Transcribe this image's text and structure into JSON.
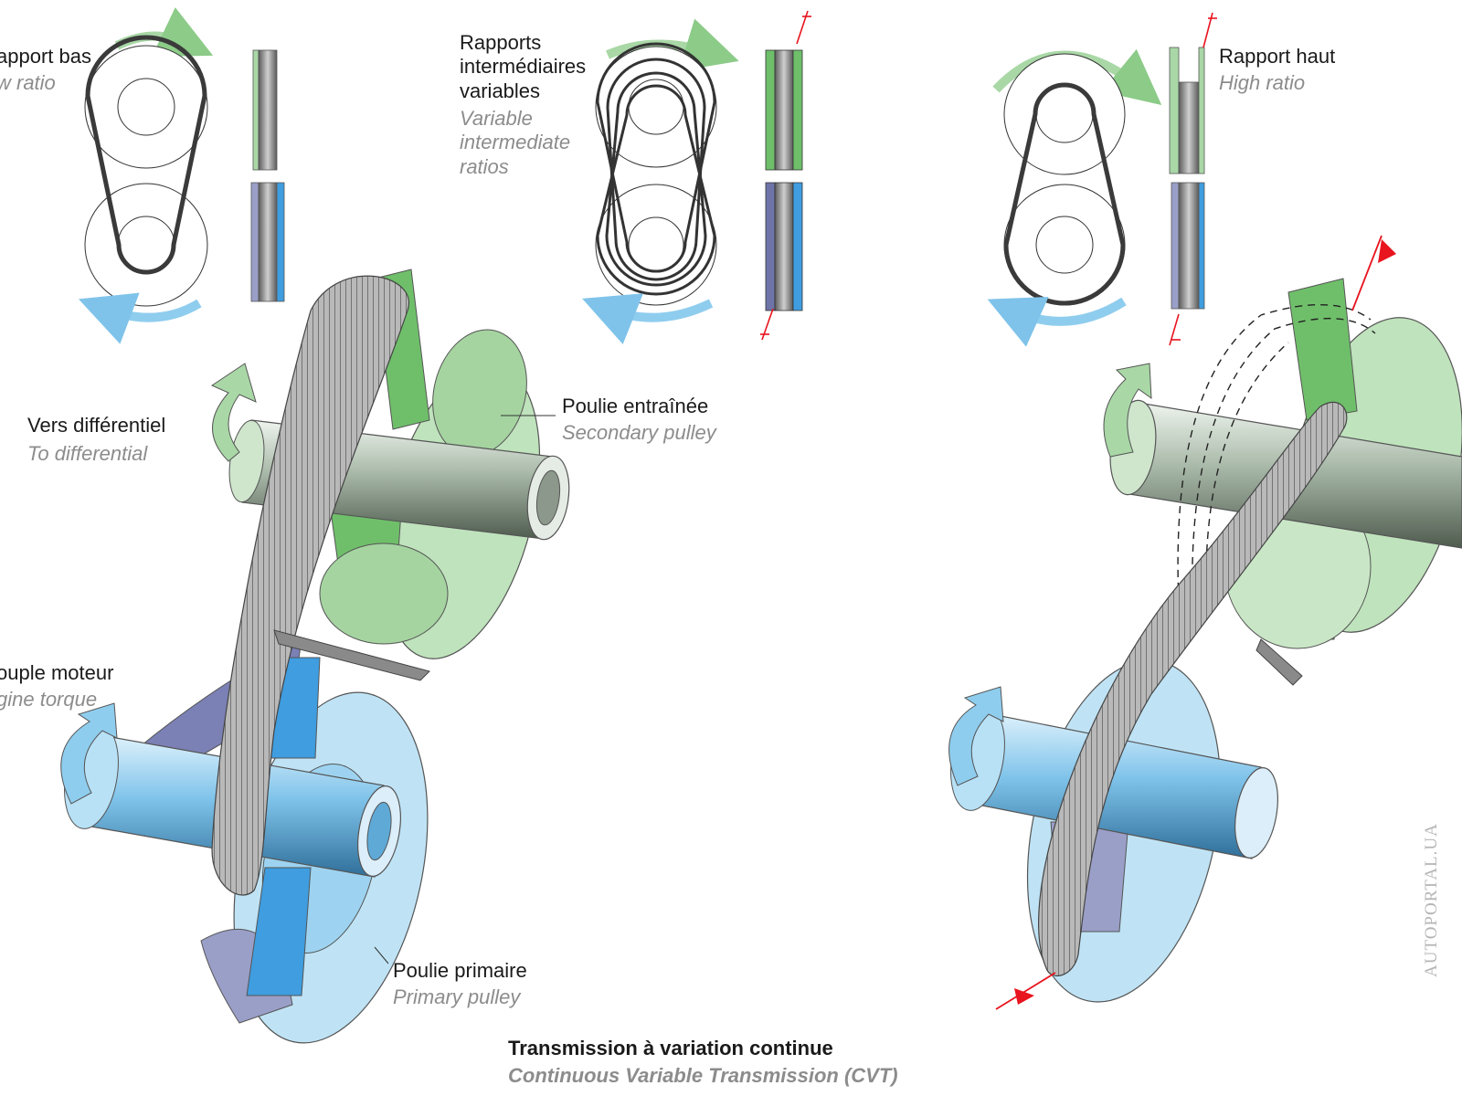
{
  "labels": {
    "low_ratio_fr": "apport bas",
    "low_ratio_en": "w ratio",
    "intermediate_fr": [
      "Rapports",
      "intermédiaires",
      "variables"
    ],
    "intermediate_en": [
      "Variable",
      "intermediate",
      "ratios"
    ],
    "high_ratio_fr": "Rapport haut",
    "high_ratio_en": "High ratio",
    "differential_fr": "Vers différentiel",
    "differential_en": "To differential",
    "secondary_fr": "Poulie entraînée",
    "secondary_en": "Secondary pulley",
    "engine_fr": "ouple moteur",
    "engine_en": "gine torque",
    "primary_fr": "Poulie primaire",
    "primary_en": "Primary pulley"
  },
  "title": {
    "fr": "Transmission à variation continue",
    "en": "Continuous Variable Transmission (CVT)"
  },
  "watermark": "AUTOPORTAL.UA",
  "colors": {
    "secondary_green": "#a9d8a6",
    "secondary_green_dark": "#6fbf6a",
    "primary_blue": "#8fcdee",
    "primary_blue_dark": "#3f9de0",
    "slate": "#9a9fc8",
    "belt": "#8a8a8a",
    "red_marker": "#e8141e"
  }
}
